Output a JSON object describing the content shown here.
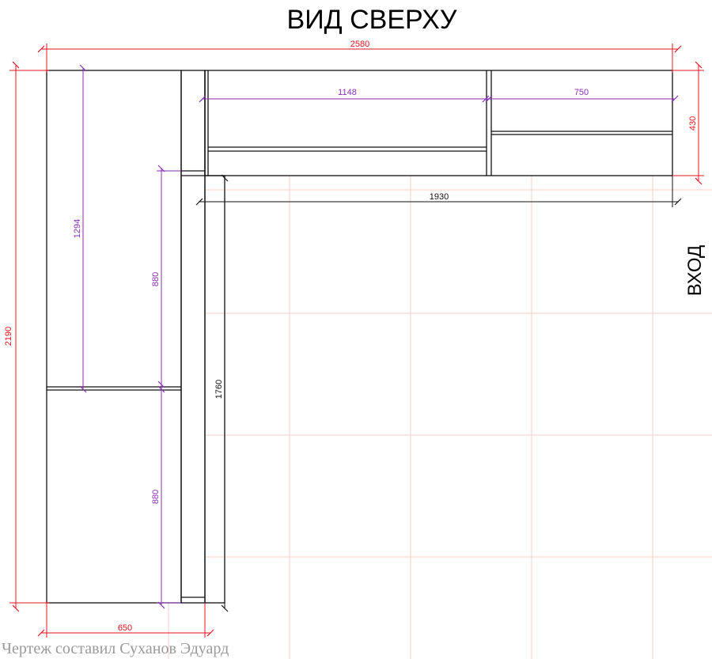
{
  "title": "ВИД СВЕРХУ",
  "entry_label": "ВХОД",
  "author": "Чертеж составил Суханов Эдуард",
  "colors": {
    "overall_dimension": "#e8141e",
    "section_dimension": "#8b2fb5",
    "grid": "#f4cfc7",
    "outline": "#111111"
  },
  "dimensions": {
    "total_width": "2580",
    "total_depth": "2190",
    "left_depth": "650",
    "top_depth": "430",
    "top_section_1": "1148",
    "top_section_2": "750",
    "top_run_length": "1930",
    "left_upper_section": "1294",
    "left_inner_upper": "880",
    "left_inner_lower": "880",
    "left_run_length": "1760"
  }
}
